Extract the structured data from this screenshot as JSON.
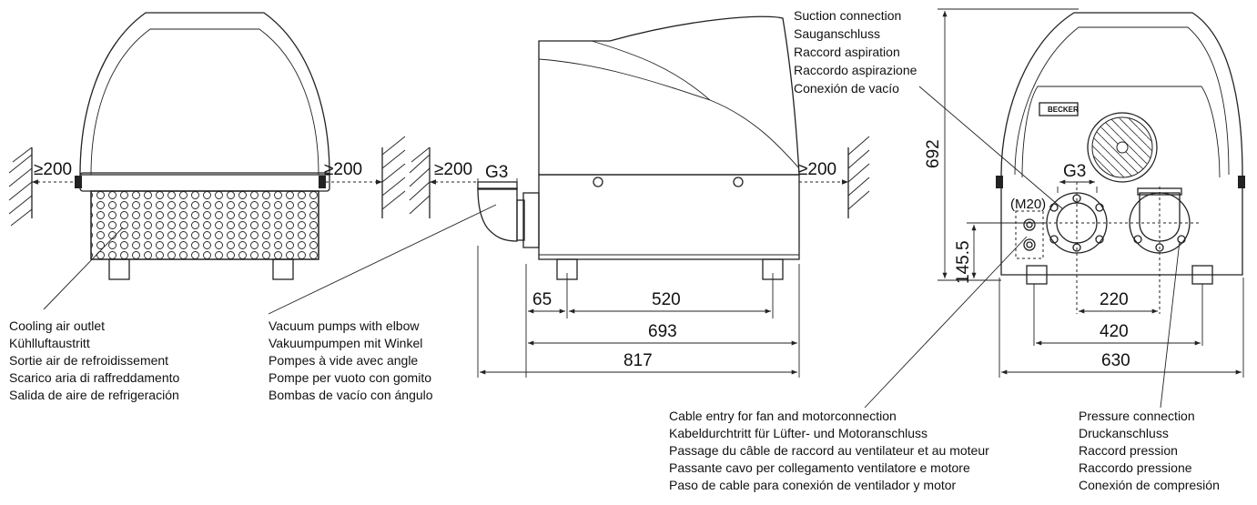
{
  "clearances": {
    "left_view_left": "≥200",
    "left_view_right": "≥200",
    "side_view_left": "≥200",
    "side_view_right": "≥200"
  },
  "side_view": {
    "thread_label": "G3",
    "dim_65": "65",
    "dim_520": "520",
    "dim_693": "693",
    "dim_817": "817"
  },
  "front_view": {
    "height_dim": "692",
    "thread_label": "G3",
    "cable_gland": "(M20)",
    "dim_145": "145.5",
    "dim_220": "220",
    "dim_420": "420",
    "dim_630": "630",
    "brand": "BECKER"
  },
  "callouts": {
    "cooling": [
      "Cooling air outlet",
      "Kühlluftaustritt",
      "Sortie air de refroidissement",
      "Scarico aria di raffreddamento",
      "Salida de aire de refrigeración"
    ],
    "vacuum": [
      "Vacuum pumps with elbow",
      "Vakuumpumpen mit Winkel",
      "Pompes à vide avec angle",
      "Pompe per vuoto con gomito",
      "Bombas de vacío con ángulo"
    ],
    "suction": [
      "Suction connection",
      "Sauganschluss",
      "Raccord aspiration",
      "Raccordo aspirazione",
      "Conexión de vacío"
    ],
    "cable": [
      "Cable entry for fan and motorconnection",
      "Kabeldurchtritt für Lüfter- und Motoranschluss",
      "Passage du câble de raccord au ventilateur et au moteur",
      "Passante cavo per collegamento ventilatore e motore",
      "Paso de cable para conexión de ventilador y motor"
    ],
    "pressure": [
      "Pressure connection",
      "Druckanschluss",
      "Raccord pression",
      "Raccordo pressione",
      "Conexión de compresión"
    ]
  }
}
